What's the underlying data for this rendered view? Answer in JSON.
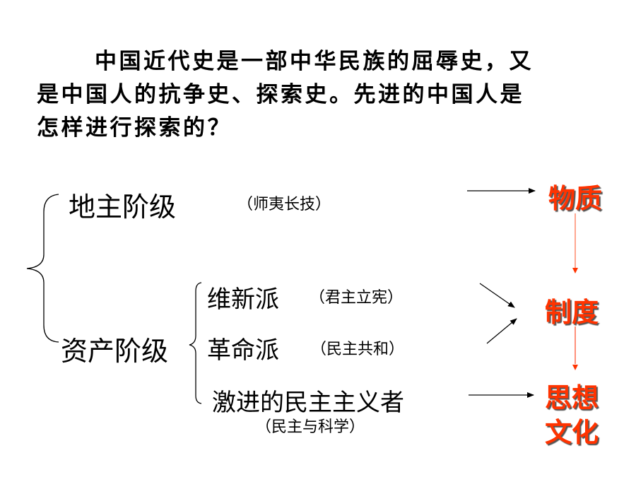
{
  "intro": {
    "line1": "中国近代史是一部中华民族的屈辱史，又",
    "line2": "是中国人的抗争史、探索史。先进的中国人是",
    "line3": "怎样进行探索的？"
  },
  "classes": {
    "landlord": {
      "label": "地主阶级",
      "note": "（师夷长技）"
    },
    "bourgeois": {
      "label": "资产阶级"
    }
  },
  "factions": [
    {
      "label": "维新派",
      "note": "（君主立宪）"
    },
    {
      "label": "革命派",
      "note": "（民主共和）"
    },
    {
      "label": "激进的民主主义者",
      "note": "（民主与科学）"
    }
  ],
  "levels": {
    "material": "物质",
    "system": "制度",
    "thought_line1": "思想",
    "thought_line2": "文化"
  },
  "colors": {
    "accent": "#ff3300",
    "arrow_red": "#ff6644"
  }
}
